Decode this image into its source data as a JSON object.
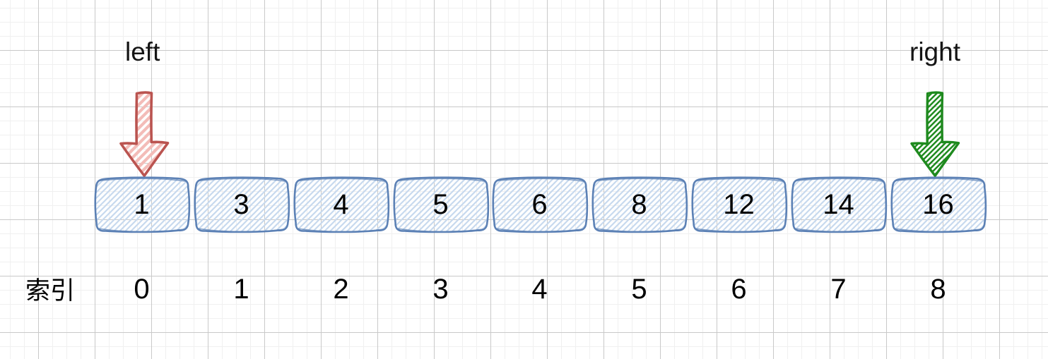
{
  "pointers": {
    "left": {
      "label": "left",
      "arrow_color": "#ba5450",
      "arrow_hatch": "#f3bcb8"
    },
    "right": {
      "label": "right",
      "arrow_color": "#1e8a1e",
      "arrow_hatch": "#1e8a1e"
    }
  },
  "array": {
    "values": [
      "1",
      "3",
      "4",
      "5",
      "6",
      "8",
      "12",
      "14",
      "16"
    ],
    "cell_border_color": "#5c81b5",
    "cell_hatch_color": "#c7d9ee"
  },
  "index_row": {
    "label": "索引",
    "indices": [
      "0",
      "1",
      "2",
      "3",
      "4",
      "5",
      "6",
      "7",
      "8"
    ]
  }
}
